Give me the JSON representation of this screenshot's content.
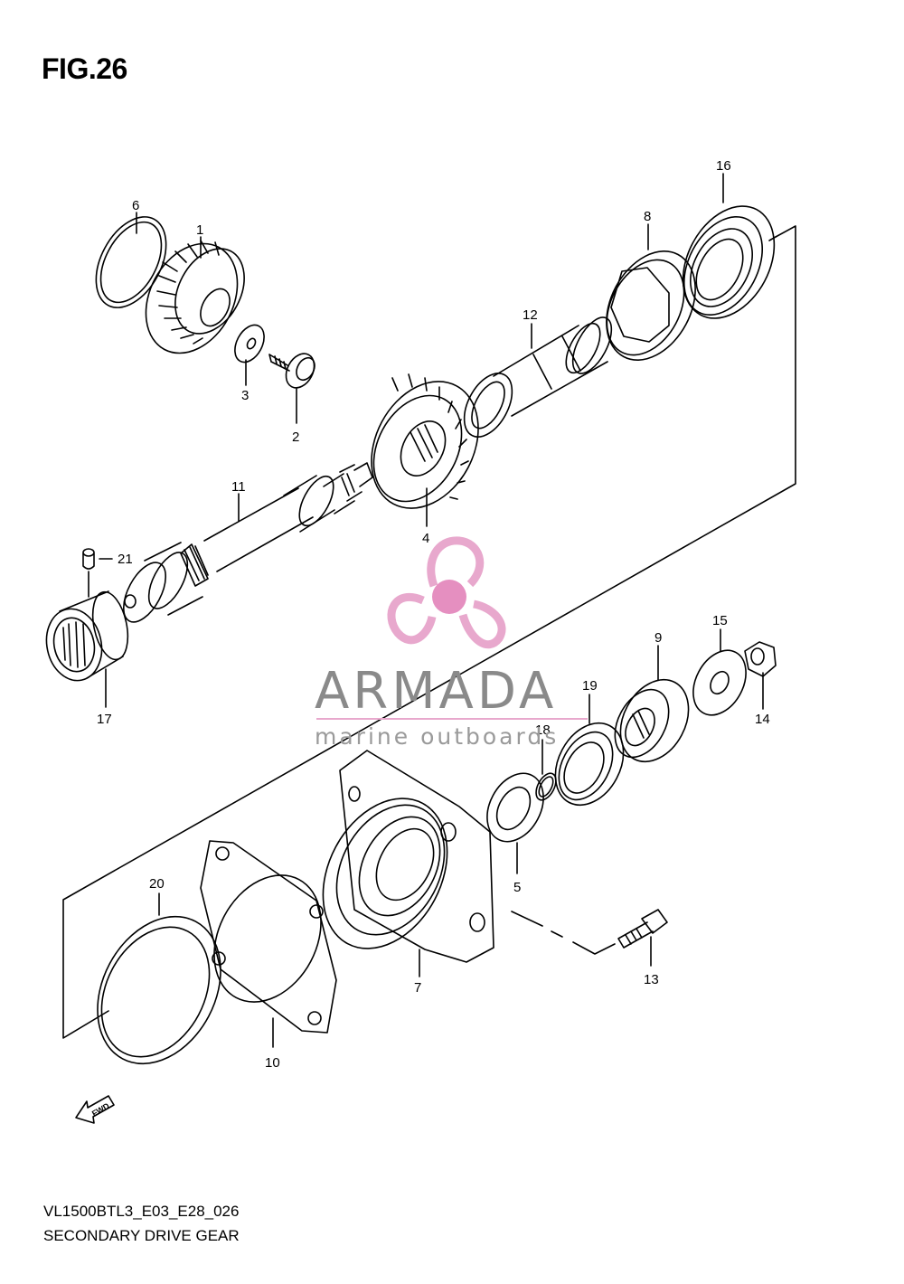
{
  "figure": {
    "title": "FIG.26",
    "code": "VL1500BTL3_E03_E28_026",
    "name": "SECONDARY DRIVE GEAR"
  },
  "fwd_label": "FWD",
  "watermark": {
    "brand": "ARMADA",
    "tagline": "marine outboards",
    "accent_color": "#e8a8cd",
    "hub_color": "#e58fc0",
    "text_color": "#8a8a8a"
  },
  "part_numbers": [
    "6",
    "1",
    "3",
    "2",
    "16",
    "8",
    "12",
    "4",
    "11",
    "21",
    "17",
    "15",
    "9",
    "19",
    "18",
    "14",
    "5",
    "20",
    "7",
    "13",
    "10"
  ]
}
